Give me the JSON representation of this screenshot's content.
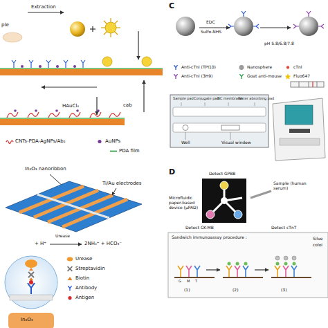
{
  "diagram": {
    "labels": [
      "Extraction",
      "ple",
      "HAuCl₄",
      "cab",
      "C",
      "EDC",
      "Sulfo-NHS",
      "pH 5.8/6.8/7.8",
      "Sample pad",
      "Conjugate pad",
      "NC membrane",
      "Water absorbing pad",
      "Well",
      "Visual window",
      "In₂O₃ nanoribbon",
      "Ti/Au electrodes",
      "Urease",
      "+ H⁺",
      "2NH₄⁺ + HCO₃⁻",
      "In₂O₃",
      "D",
      "Microfluidic paper-based device (μPAD)",
      "Detect GPBB",
      "Sample (human serum)",
      "Detect CK-MB",
      "Detect cTnT",
      "Sandwich immunoassay procedure :",
      "(1)",
      "(2)",
      "(3)",
      "Silve",
      "coloi",
      "G",
      "M",
      "T"
    ],
    "legend": [
      {
        "text": "CNTs-PDA-AgNPs/Ab₂"
      },
      {
        "text": "AuNPs"
      },
      {
        "text": "PDA film"
      },
      {
        "text": "Anti-cTnI (TPI10)"
      },
      {
        "text": "Nanosphere"
      },
      {
        "text": "cTnI"
      },
      {
        "text": "Anti-cTnI (3H9)"
      },
      {
        "text": "Goat anti-mouse"
      },
      {
        "text": "Fluo647"
      },
      {
        "text": "Urease"
      },
      {
        "text": "Streptavidin"
      },
      {
        "text": "Biotin"
      },
      {
        "text": "Antibody"
      },
      {
        "text": "Antigen"
      }
    ]
  }
}
